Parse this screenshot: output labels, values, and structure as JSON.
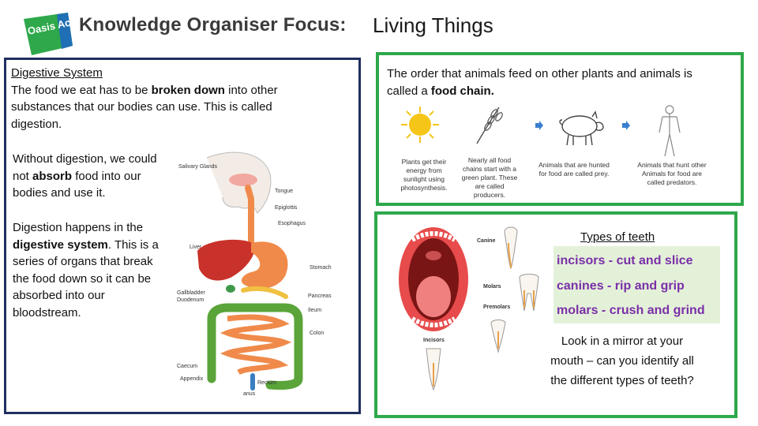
{
  "header": {
    "logo_text": "Oasis Academy",
    "title": "Knowledge Organiser Focus:",
    "topic": "Living Things"
  },
  "colors": {
    "left_border": "#1f2f5f",
    "green_border": "#2ea84a",
    "teeth_text": "#7a2fa8",
    "teeth_bg": "#e4f1d9"
  },
  "digestion": {
    "heading": "Digestive System",
    "p1_pre": "The food we eat has to be ",
    "p1_bold": "broken down",
    "p1_post": " into other substances that our bodies can use. This is called digestion.",
    "p2_pre": "Without digestion, we could not ",
    "p2_bold": "absorb",
    "p2_post": " food into our bodies and use it.",
    "p3_pre": "Digestion happens in the ",
    "p3_bold": "digestive system",
    "p3_post": ". This is a series of organs that break the food down so it can be absorbed into our bloodstream.",
    "organ_labels": [
      "Salivary Glands",
      "Tongue",
      "Epiglottis",
      "Esophagus",
      "Liver",
      "Stomach",
      "Gallbladder",
      "Duodenum",
      "Pancreas",
      "Ileum",
      "Colon",
      "Caecum",
      "Appendix",
      "Rectum",
      "anus"
    ]
  },
  "food_chain": {
    "intro_pre": "The order that animals feed on other plants and animals is called a ",
    "intro_bold": "food chain.",
    "captions": [
      "Plants get their energy from sunlight using photosynthesis.",
      "Nearly all food chains start with a green plant. These are called producers.",
      "Animals that are hunted for food are called prey.",
      "Animals that hunt other Animals for food are called predators."
    ]
  },
  "teeth": {
    "title": "Types of teeth",
    "lines": [
      "incisors - cut and slice",
      "canines - rip and grip",
      "molars - crush and grind"
    ],
    "diagram_labels": [
      "Canine",
      "Molars",
      "Premolars",
      "Incisors"
    ],
    "prompt": "Look in a mirror at your mouth – can you identify all the different types of teeth?"
  }
}
